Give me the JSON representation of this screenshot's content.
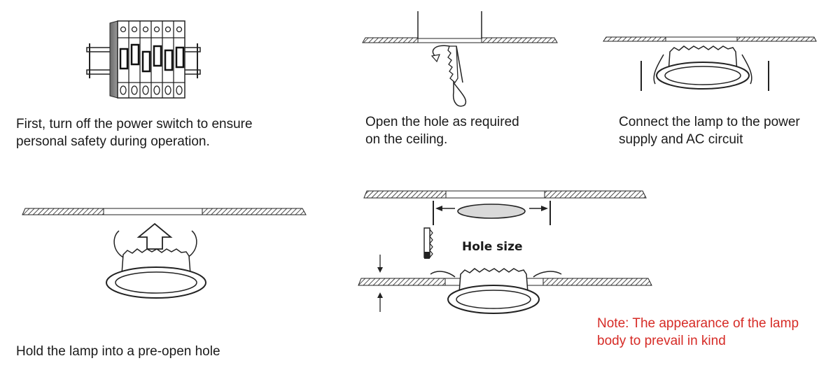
{
  "colors": {
    "ink": "#1a1a1a",
    "note": "#d62b26",
    "hatch": "#222222",
    "lens": "#d9d9d9"
  },
  "steps": [
    {
      "line1": "First, turn off the power switch to ensure",
      "line2": "personal safety during operation."
    },
    {
      "line1": "Open the hole as required",
      "line2": "on the ceiling."
    },
    {
      "line1": "Connect the lamp to the power",
      "line2": "supply and AC circuit"
    },
    {
      "line1": "Hold the lamp into a pre-open hole"
    }
  ],
  "hole_size_label": "Hole size",
  "note": {
    "line1": "Note: The appearance of the lamp",
    "line2": "body to prevail in kind"
  }
}
